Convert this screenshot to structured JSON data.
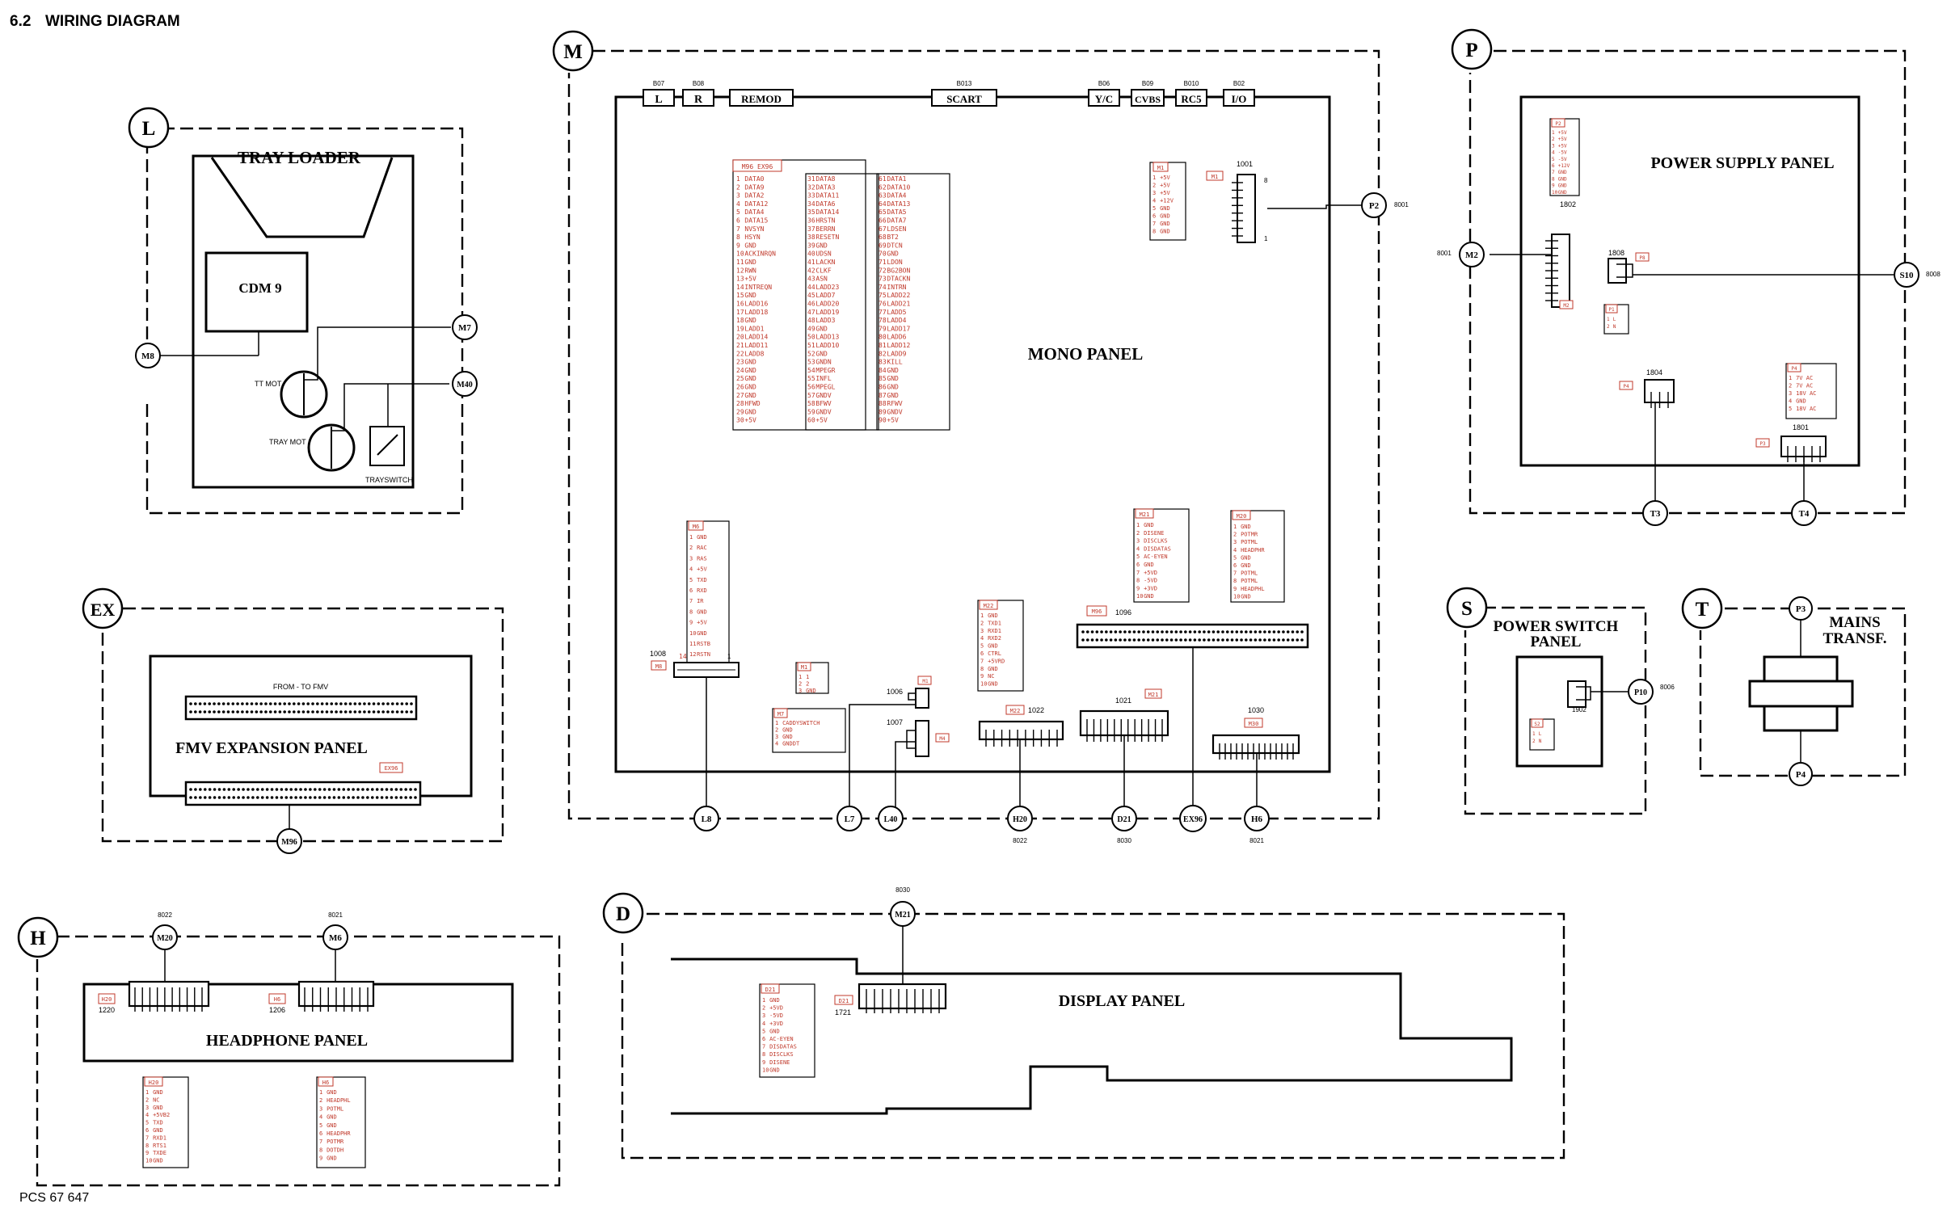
{
  "header": {
    "section": "6.2",
    "title": "WIRING DIAGRAM"
  },
  "footer": {
    "code": "PCS 67 647"
  },
  "colors": {
    "line": "#000000",
    "pin_text": "#c0392b",
    "background": "#ffffff"
  },
  "blocks": {
    "L": {
      "letter": "L",
      "title": "TRAY LOADER",
      "cdm": "CDM 9",
      "tt_mot": "TT MOT",
      "tray_mot": "TRAY MOT",
      "trayswitch": "TRAYSWITCH"
    },
    "M": {
      "letter": "M",
      "title": "MONO PANEL"
    },
    "P": {
      "letter": "P",
      "title": "POWER SUPPLY PANEL"
    },
    "EX": {
      "letter": "EX",
      "title": "FMV EXPANSION PANEL",
      "from_to": "FROM - TO  FMV",
      "tag": "EX96"
    },
    "S": {
      "letter": "S",
      "title_line1": "POWER SWITCH",
      "title_line2": "PANEL"
    },
    "T": {
      "letter": "T",
      "title_line1": "MAINS",
      "title_line2": "TRANSF."
    },
    "H": {
      "letter": "H",
      "title": "HEADPHONE PANEL"
    },
    "D": {
      "letter": "D",
      "title": "DISPLAY PANEL"
    }
  },
  "mono_connectors_top": [
    {
      "code": "B07",
      "label": "L"
    },
    {
      "code": "B08",
      "label": "R"
    },
    {
      "code": "",
      "label": "REMOD"
    },
    {
      "code": "B013",
      "label": "SCART"
    },
    {
      "code": "B06",
      "label": "Y/C"
    },
    {
      "code": "B09",
      "label": "CVBS"
    },
    {
      "code": "B010",
      "label": "RC5"
    },
    {
      "code": "B02",
      "label": "I/O"
    }
  ],
  "terminals": {
    "M8": "M8",
    "M7": "M7",
    "M40": "M40",
    "P2": "P2",
    "M2": "M2",
    "S10": "S10",
    "T3": "T3",
    "T4": "T4",
    "P10": "P10",
    "P3": "P3",
    "P4": "P4",
    "M96": "M96",
    "L8": "L8",
    "L7": "L7",
    "L40": "L40",
    "H20": "H20",
    "D21": "D21",
    "EX96": "EX96",
    "H6": "H6",
    "M20": "M20",
    "M6": "M6",
    "M21": "M21"
  },
  "connector_labels": {
    "c1001": "1001",
    "c1802": "1802",
    "c1808": "1808",
    "c1804": "1804",
    "c1801": "1801",
    "c1008": "1008",
    "c1006": "1006",
    "c1007": "1007",
    "c1022": "1022",
    "c1021": "1021",
    "c1030": "1030",
    "c1096": "1096",
    "c1902": "1902",
    "c1220": "1220",
    "c1206": "1206",
    "c1721": "1721"
  },
  "codes": {
    "c8001a": "8001",
    "c8001b": "8001",
    "c8008": "8008",
    "c8006": "8006",
    "c8022a": "8022",
    "c8030a": "8030",
    "c8021a": "8021",
    "c8022b": "8022",
    "c8021b": "8021",
    "c8030b": "8030"
  },
  "main_pinout": {
    "col1": [
      "DATA0",
      "DATA9",
      "DATA2",
      "DATA12",
      "DATA4",
      "DATA15",
      "NVSYN",
      "HSYN",
      "GND",
      "ACKINRQN",
      "GND",
      "RWN",
      "+5V",
      "INTREQN",
      "GND",
      "LADD16",
      "LADD18",
      "GND",
      "LADD1",
      "LADD14",
      "LADD11",
      "LADD8",
      "GND",
      "GND",
      "GND",
      "GND",
      "GND",
      "HFWD",
      "GND",
      "+5V"
    ],
    "col2": [
      "DATA8",
      "DATA3",
      "DATA11",
      "DATA6",
      "DATA14",
      "HRSTN",
      "BERRN",
      "RESETN",
      "GND",
      "UDSN",
      "LACKN",
      "CLKF",
      "ASN",
      "LADD23",
      "LADD7",
      "LADD20",
      "LADD19",
      "LADD3",
      "GND",
      "LADD13",
      "LADD10",
      "GND",
      "GNDN",
      "MPEGR",
      "INFL",
      "MPEGL",
      "GNDV",
      "BFWV",
      "GNDV",
      "+5V"
    ],
    "col3": [
      "DATA1",
      "DATA10",
      "DATA4",
      "DATA13",
      "DATA5",
      "DATA7",
      "LDSEN",
      "BT2",
      "DTCN",
      "GND",
      "LDON",
      "BG2BON",
      "DTACKN",
      "INTRN",
      "LADD22",
      "LADD21",
      "LADD5",
      "LADD4",
      "LADD17",
      "LADD6",
      "LADD12",
      "LADD9",
      "KILL",
      "GND",
      "GND",
      "GND",
      "GND",
      "RFWV",
      "GNDV",
      "+5V"
    ]
  },
  "pinouts": {
    "m1001": [
      "+5V",
      "+5V",
      "+5V",
      "+12V",
      "GND",
      "GND",
      "GND",
      "GND"
    ],
    "m_left": [
      "GND",
      "RAC",
      "RAS",
      "+5V",
      "TXD",
      "RXD",
      "IR",
      "GND",
      "+5V",
      "GND",
      "RSTB",
      "RSTN",
      "GND"
    ],
    "m_mid": [
      "GND",
      "DISENE",
      "DISCLKS",
      "DISDATAS",
      "AC-EYEN",
      "GND",
      "+5VD",
      "-5VD",
      "+3VD",
      "GND"
    ],
    "m_right": [
      "GND",
      "POTMR",
      "POTML",
      "HEADPHR",
      "GND",
      "GND",
      "POTML",
      "POTML",
      "HEADPHL",
      "GND"
    ],
    "m_1022": [
      "GND",
      "TXD1",
      "RXD1",
      "RXD2",
      "GND",
      "CTRL",
      "+5VRD",
      "GND",
      "NC",
      "GND"
    ],
    "m_small": [
      "1",
      "2",
      "GND"
    ],
    "m_cadd": [
      "CADDYSWITCH",
      "GND",
      "GND",
      "GNDDT"
    ],
    "p_top": [
      "+5V",
      "+5V",
      "+5V",
      "-5V",
      "-5V",
      "+12V",
      "GND",
      "GND",
      "GND",
      "GND"
    ],
    "p_side": [
      "7V AC",
      "7V AC",
      "18V AC",
      "GND",
      "18V AC"
    ],
    "p_small": [
      "L",
      "N"
    ],
    "s_small": [
      "L",
      "N"
    ],
    "h_left": [
      "GND",
      "NC",
      "GND",
      "+5VB2",
      "TXD",
      "GND",
      "RXD1",
      "RTS1",
      "TXDE",
      "GND"
    ],
    "h_right": [
      "GND",
      "HEADPHL",
      "POTML",
      "GND",
      "GND",
      "HEADPHR",
      "POTMR",
      "DOTDH",
      "GND"
    ],
    "d_left": [
      "GND",
      "+5VD",
      "-5VD",
      "+3VD",
      "GND",
      "AC-EYEN",
      "DISDATAS",
      "DISCLKS",
      "DISENE",
      "GND"
    ]
  },
  "pin_tags": {
    "m_main": "M96 EX96",
    "m1001": "M1",
    "m1001b": "M1",
    "m_left": "M6",
    "m_mid": "M21",
    "m_right": "M20",
    "m_1022": "M22",
    "m_1096": "M96",
    "m_1008": "M8",
    "m_1021": "M21",
    "m_1030": "M30",
    "m_small": "M1",
    "m_cadd": "M7",
    "m_1007": "M4",
    "m_1006": "M1",
    "p_top": "P2",
    "p_1802": "M2",
    "p_1808": "P8",
    "p_1804": "P4",
    "p_side": "P4",
    "p_1801": "P3",
    "p_small": "P1",
    "s_small": "S2",
    "h_left": "H20",
    "h_right": "H6",
    "h_1220": "H20",
    "h_1206": "H6",
    "d_left": "D21",
    "d_1721": "D21"
  }
}
